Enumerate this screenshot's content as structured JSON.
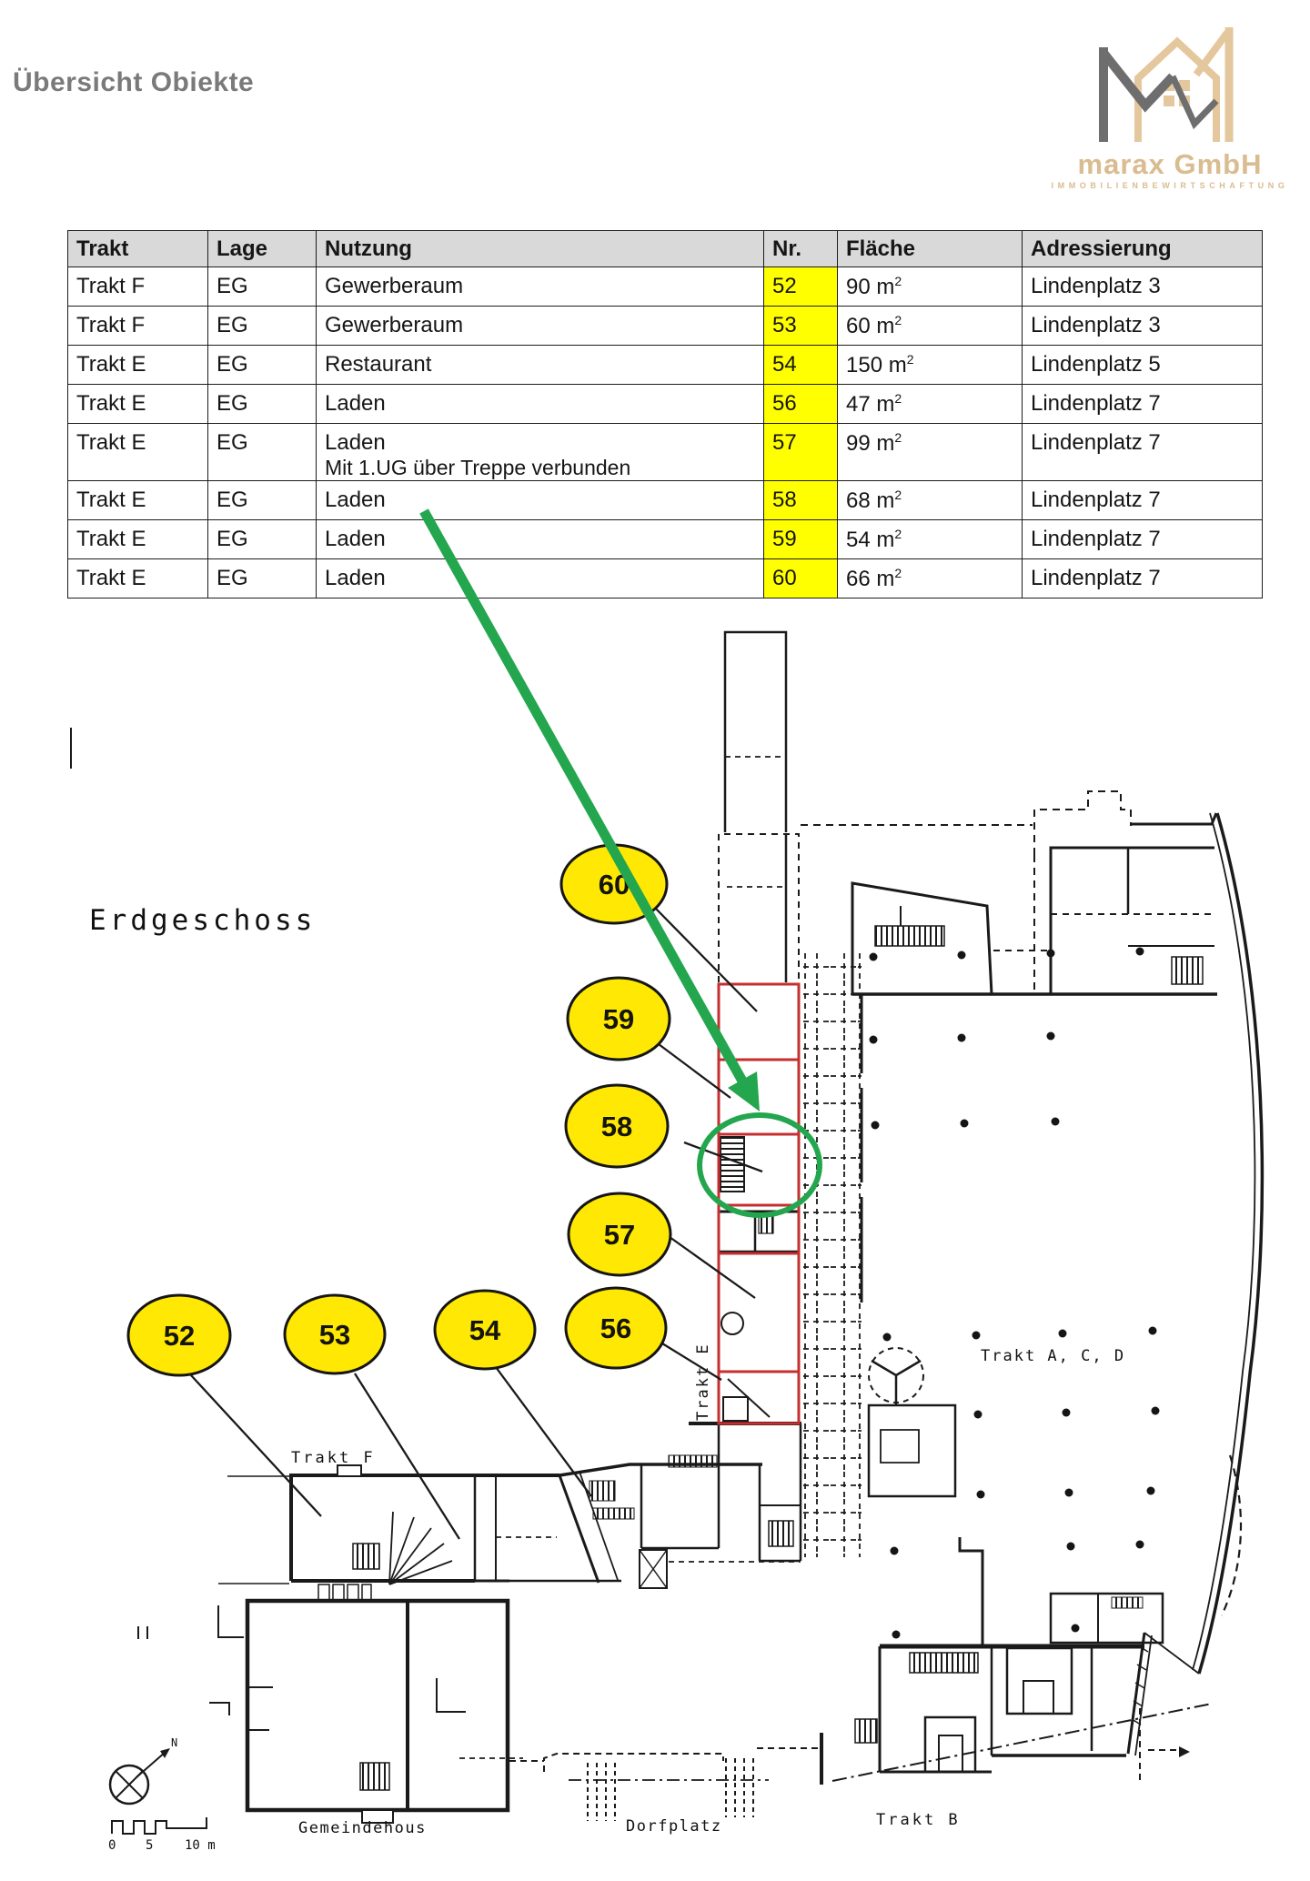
{
  "page": {
    "title": "Übersicht Obiekte"
  },
  "logo": {
    "name": "marax GmbH",
    "tagline": "IMMOBILIENBEWIRTSCHAFTUNG",
    "color_tan": "#d9bc8f",
    "color_gray": "#6e6e6e"
  },
  "table": {
    "headers": [
      "Trakt",
      "Lage",
      "Nutzung",
      "Nr.",
      "Fläche",
      "Adressierung"
    ],
    "rows": [
      {
        "trakt": "Trakt F",
        "lage": "EG",
        "nutzung": "Gewerberaum",
        "note": "",
        "nr": "52",
        "flaeche": "90 m",
        "sup": "2",
        "adresse": "Lindenplatz 3"
      },
      {
        "trakt": "Trakt F",
        "lage": "EG",
        "nutzung": "Gewerberaum",
        "note": "",
        "nr": "53",
        "flaeche": "60 m",
        "sup": "2",
        "adresse": "Lindenplatz 3"
      },
      {
        "trakt": "Trakt E",
        "lage": "EG",
        "nutzung": "Restaurant",
        "note": "",
        "nr": "54",
        "flaeche": "150 m",
        "sup": "2",
        "adresse": "Lindenplatz 5"
      },
      {
        "trakt": "Trakt E",
        "lage": "EG",
        "nutzung": "Laden",
        "note": "",
        "nr": "56",
        "flaeche": "47 m",
        "sup": "2",
        "adresse": "Lindenplatz 7"
      },
      {
        "trakt": "Trakt E",
        "lage": "EG",
        "nutzung": "Laden",
        "note": "Mit 1.UG über Treppe verbunden",
        "nr": "57",
        "flaeche": "99 m",
        "sup": "2",
        "adresse": "Lindenplatz 7"
      },
      {
        "trakt": "Trakt E",
        "lage": "EG",
        "nutzung": "Laden",
        "note": "",
        "nr": "58",
        "flaeche": "68 m",
        "sup": "2",
        "adresse": "Lindenplatz 7"
      },
      {
        "trakt": "Trakt E",
        "lage": "EG",
        "nutzung": "Laden",
        "note": "",
        "nr": "59",
        "flaeche": "54 m",
        "sup": "2",
        "adresse": "Lindenplatz 7"
      },
      {
        "trakt": "Trakt E",
        "lage": "EG",
        "nutzung": "Laden",
        "note": "",
        "nr": "60",
        "flaeche": "66 m",
        "sup": "2",
        "adresse": "Lindenplatz 7"
      }
    ]
  },
  "plan": {
    "title": "Erdgeschoss",
    "labels": {
      "trakt_f": "Trakt F",
      "trakt_e": "Trakt E",
      "trakt_acd": "Trakt A, C, D",
      "trakt_b": "Trakt B",
      "dorfplatz": "Dorfplatz",
      "gemeindehaus": "Gemeindehous",
      "north": "N"
    },
    "scale_ticks": [
      "0",
      "5",
      "10 m"
    ],
    "markers": [
      "52",
      "53",
      "54",
      "56",
      "57",
      "58",
      "59",
      "60"
    ],
    "annotation_colors": {
      "highlight_green": "#23a64e",
      "unit_red": "#c52f2f",
      "marker_yellow": "#ffe803"
    }
  }
}
